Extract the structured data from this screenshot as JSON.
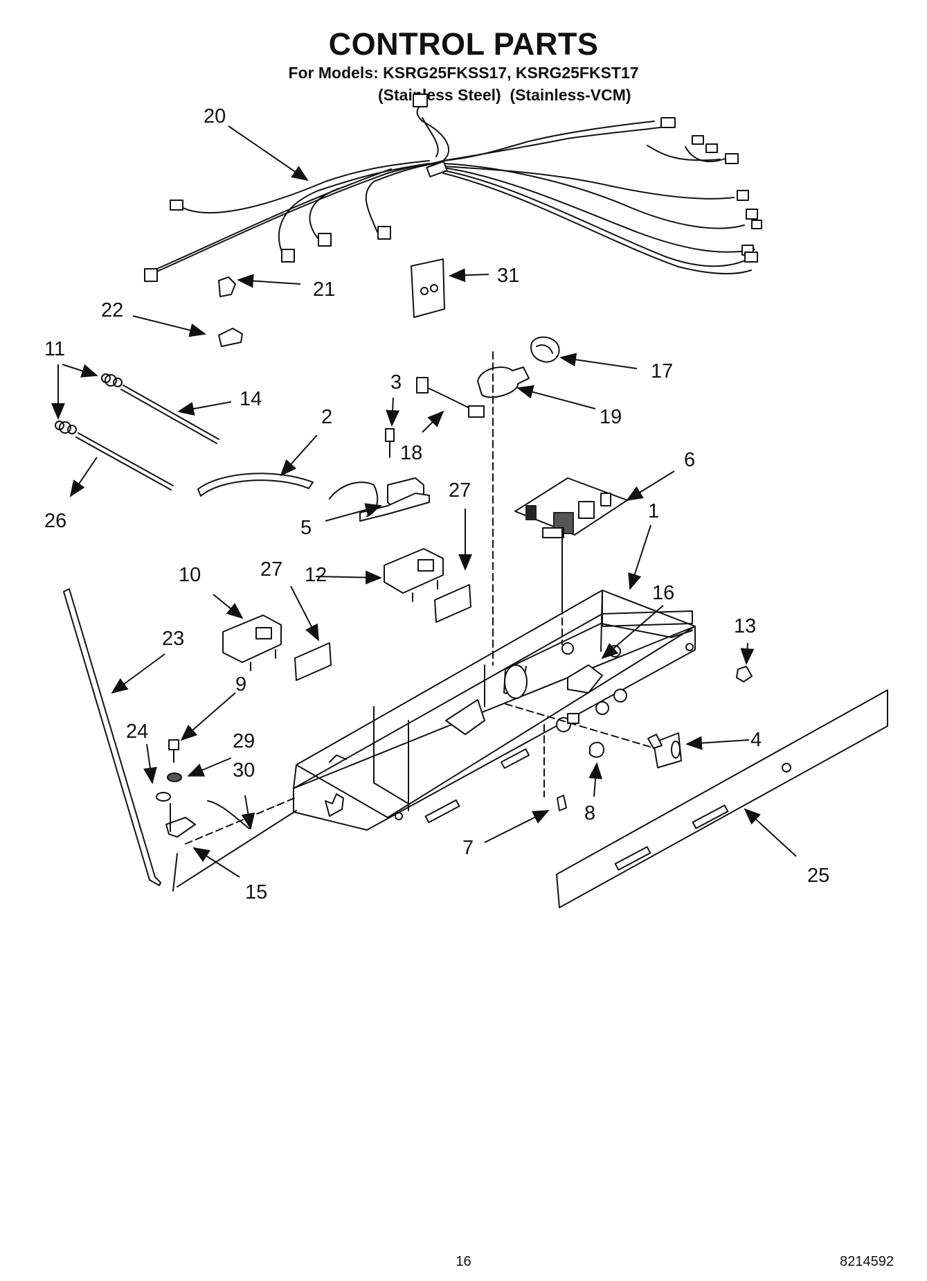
{
  "header": {
    "title": "CONTROL PARTS",
    "models": "For Models: KSRG25FKSS17, KSRG25FKST17",
    "variant_1": "(Stainless Steel)",
    "variant_2": "(Stainless-VCM)"
  },
  "footer": {
    "page_number": "16",
    "document_number": "8214592"
  },
  "callouts": {
    "c1": "1",
    "c2": "2",
    "c3": "3",
    "c4": "4",
    "c5": "5",
    "c6": "6",
    "c7": "7",
    "c8": "8",
    "c9": "9",
    "c10": "10",
    "c11": "11",
    "c12": "12",
    "c13": "13",
    "c14": "14",
    "c15": "15",
    "c16": "16",
    "c17": "17",
    "c18": "18",
    "c19": "19",
    "c20": "20",
    "c21": "21",
    "c22": "22",
    "c23": "23",
    "c24": "24",
    "c25": "25",
    "c26": "26",
    "c27a": "27",
    "c27b": "27",
    "c29": "29",
    "c30": "30",
    "c31": "31"
  },
  "colors": {
    "ink": "#111111",
    "background": "#ffffff",
    "fill_dark": "#222222",
    "fill_mid": "#555555"
  }
}
